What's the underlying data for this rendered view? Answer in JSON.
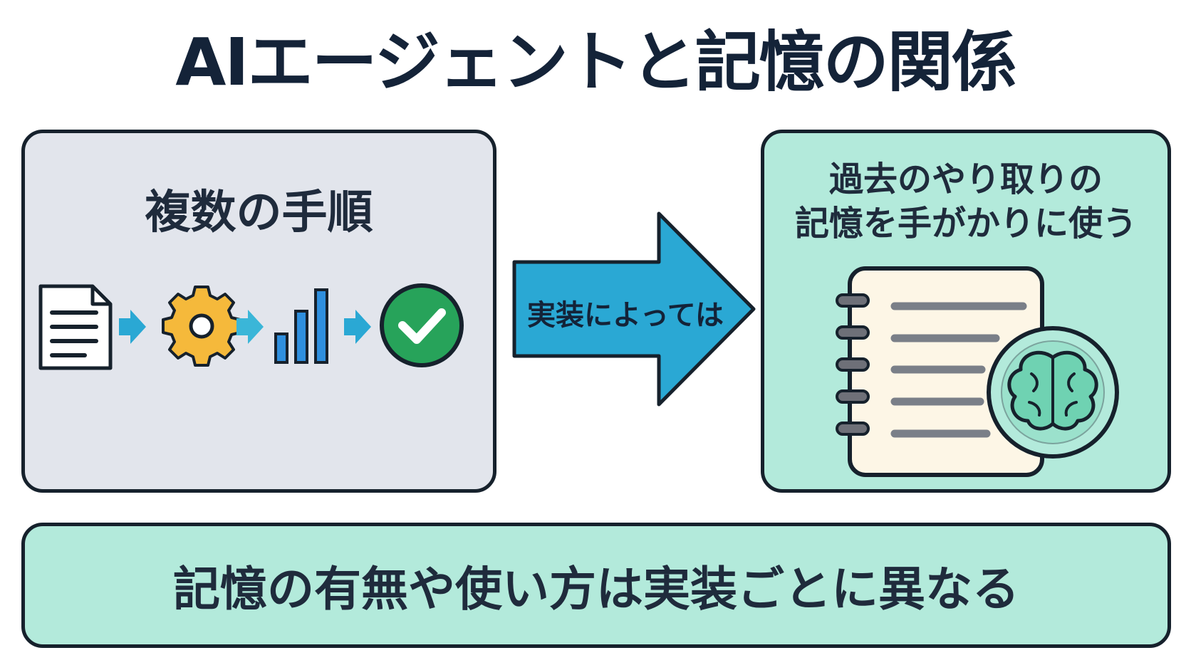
{
  "title": "AIエージェントと記憶の関係",
  "left_panel": {
    "heading": "複数の手順",
    "steps": [
      "document-icon",
      "gear-icon",
      "bar-chart-icon",
      "check-circle-icon"
    ]
  },
  "arrow": {
    "label": "実装によっては"
  },
  "right_panel": {
    "heading_line1": "過去のやり取りの",
    "heading_line2": "記憶を手がかりに使う",
    "icons": [
      "notebook-icon",
      "brain-icon"
    ]
  },
  "bottom": {
    "text": "記憶の有無や使い方は実装ごとに異なる"
  },
  "colors": {
    "left_panel_bg": "#e2e5ec",
    "right_panel_bg": "#b3eadb",
    "arrow_fill": "#2aa8d4",
    "check_green": "#27a35a",
    "gear_yellow": "#f5b93b",
    "bar_blue": "#2f8fde"
  }
}
